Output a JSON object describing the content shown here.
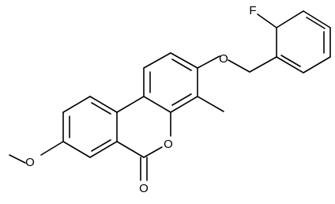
{
  "molecule": {
    "atoms": {
      "fluorine": "F",
      "ether_oxygen": "O",
      "ring_oxygen": "O",
      "carbonyl_oxygen": "O",
      "methoxy_oxygen": "O"
    }
  }
}
